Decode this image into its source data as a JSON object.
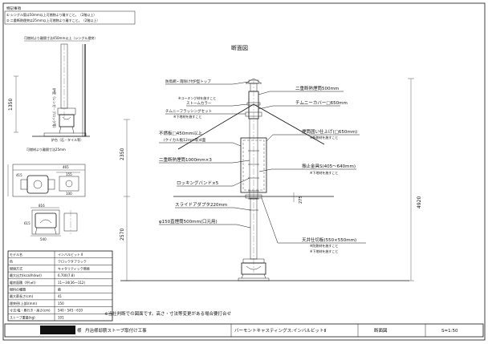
{
  "notes": {
    "title": "特記事項",
    "line1": "① シングル管は50mm以上可燃物より離すこと。（2階以上）",
    "line2": "② 二重断熱煙突は25mm以上可燃物より離すこと。（2階以上）"
  },
  "drawing_title": "断面図",
  "left_elevation": {
    "top_label": "可燃材より離隔寸法450mm以上（シングル煙突）",
    "wall_label": "炉壁（レンガ・ブロック等）",
    "floor_label": "炉台（石・タイル等）",
    "bottom_label": "可燃材より離隔寸法25mm",
    "dim_1350": "1350"
  },
  "plan_dims": {
    "d1": "465",
    "d2": "415",
    "d3": "155",
    "d4": "100",
    "d5": "816",
    "d6": "615",
    "d7": "540"
  },
  "callouts": {
    "cap": "防鳥網・雨除け付P型トップ",
    "chimney_500": "二重断熱煙筒500mm",
    "storm_collar_note": "※コーキング材を施すこと",
    "storm_collar": "ストームカラー",
    "flashing": "チムニーフラッシングセット",
    "flashing_note": "※下地材を施すこと",
    "chimney_cover": "チムニーカバー□650mm",
    "noncombust": "不燃板□450mm以上",
    "noncombust_sub": "(ケイカル板12mm等)4面",
    "box": "煙筒囲い仕上げ(□650mm)",
    "box_note": "※断熱材を施すこと",
    "chimney_1000": "二重断熱煙筒1000mm×3",
    "bracket": "振止金具S(405～640mm)",
    "bracket_note": "※下地材を施すこと",
    "lock_band": "ロッキングバンド×5",
    "slide": "スライドアダプタ220mm",
    "single_500": "φ150直煙筒500mm(口元用)",
    "ceiling": "天井仕切板(550×550mm)",
    "ceiling_note1": "※防熱材を施すこと",
    "ceiling_note2": "※下地材を施すこと"
  },
  "dims": {
    "d2350": "2350",
    "d2570": "2570",
    "d275": "275",
    "d4920": "4920"
  },
  "spec_table": {
    "rows": [
      {
        "label": "モデル名",
        "value": "インバルビット Ⅱ"
      },
      {
        "label": "色",
        "value": "クロックタブラック"
      },
      {
        "label": "燃焼方式",
        "value": "キャタリティック燃焼"
      },
      {
        "label": "最大出力(kcal/h(kw))",
        "value": "6,700(7.8)"
      },
      {
        "label": "暖房面積（坪(㎡)）",
        "value": "11～34(36～112)"
      },
      {
        "label": "燃料の種類",
        "value": "薪"
      },
      {
        "label": "最大薪長さ(cm)",
        "value": "41"
      },
      {
        "label": "煙突径(上部)(mm)",
        "value": "150"
      },
      {
        "label": "寸法:幅・奥行き・高さ(cm)",
        "value": "540・545・610"
      },
      {
        "label": "ストーブ重量(kg)",
        "value": "101"
      }
    ]
  },
  "disclaimer": "※当社判断での図面です。高さ・寸法等変更がある場合要打合せ",
  "title_block": {
    "customer_suffix": "様",
    "project": "丹治様邸薪ストーブ取付け工事",
    "product": "バーモントキャスティングス:インバルビットⅡ",
    "drawing": "断面図",
    "scale": "S=1:50"
  }
}
